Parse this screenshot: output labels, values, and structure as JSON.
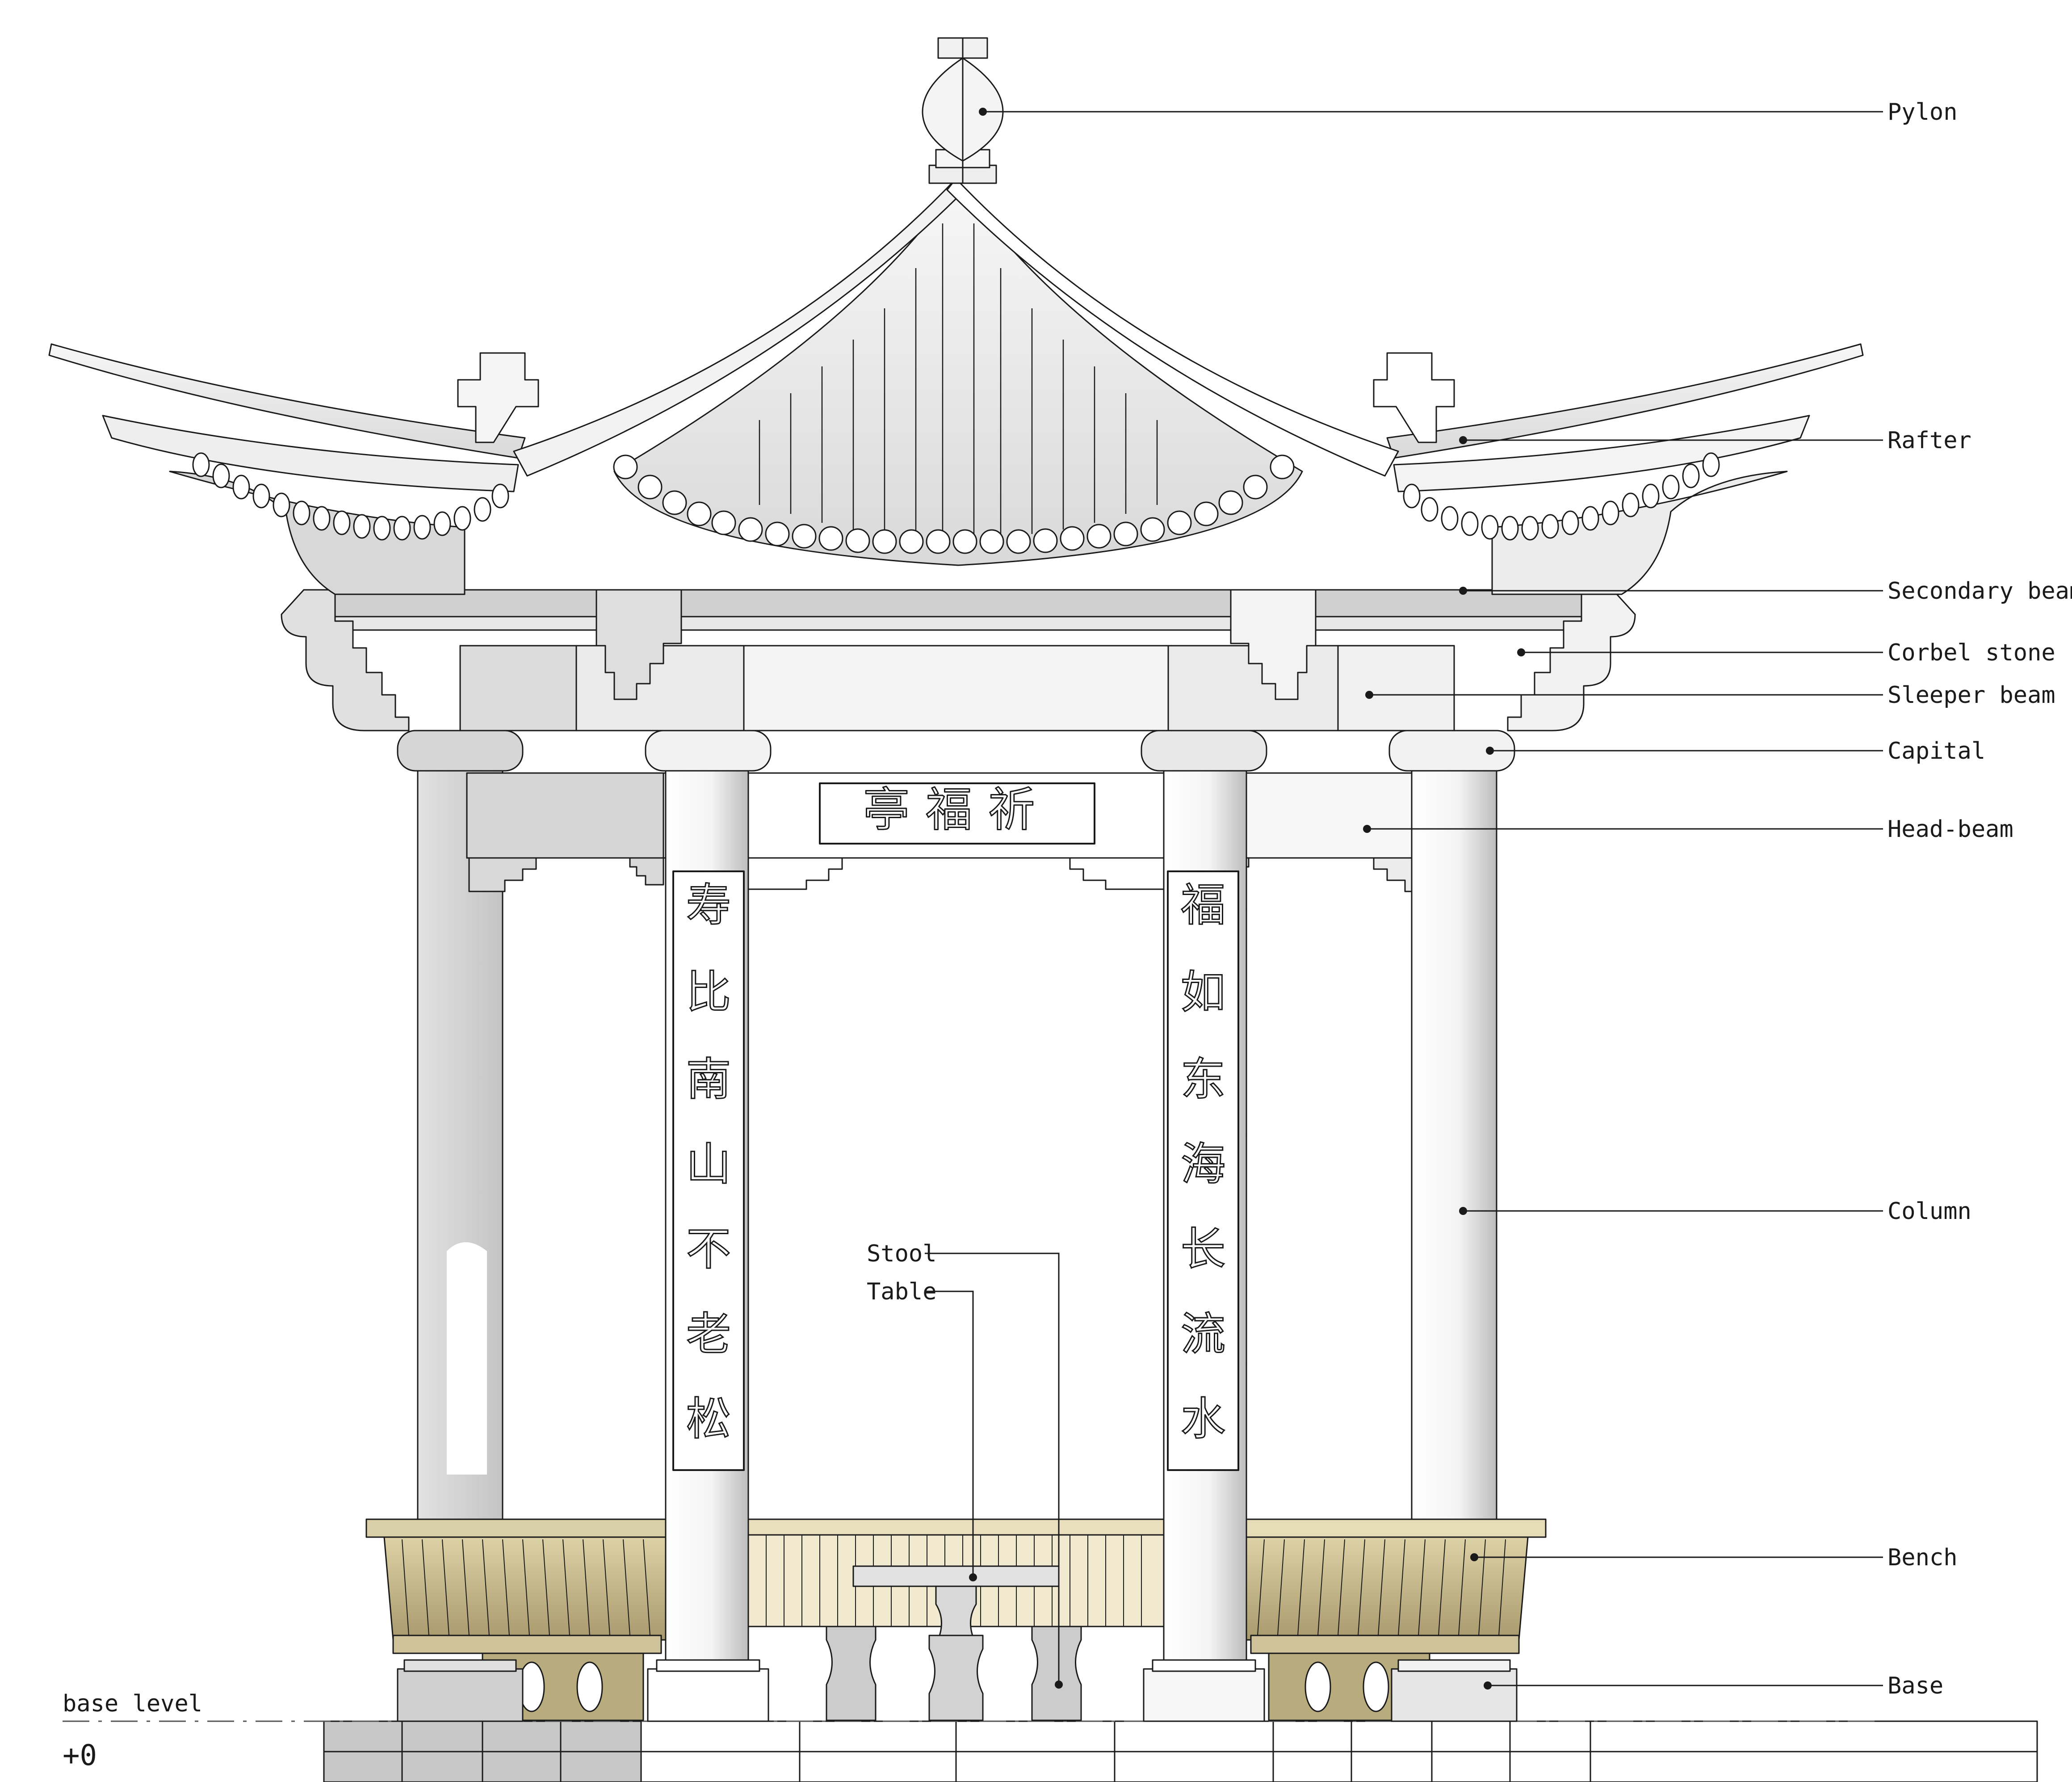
{
  "labels": {
    "pylon": "Pylon",
    "rafter": "Rafter",
    "secondary_beam": "Secondary beam",
    "corbel_stone": "Corbel stone",
    "sleeper_beam": "Sleeper beam",
    "capital": "Capital",
    "head_beam": "Head-beam",
    "column": "Column",
    "bench": "Bench",
    "base": "Base",
    "stool": "Stool",
    "table": "Table"
  },
  "level": {
    "name": "base level",
    "value": "+0"
  },
  "plaque": {
    "text": "亭福祈"
  },
  "couplet_left": [
    "寿",
    "比",
    "南",
    "山",
    "不",
    "老",
    "松"
  ],
  "couplet_right": [
    "福",
    "如",
    "东",
    "海",
    "长",
    "流",
    "水"
  ],
  "colors": {
    "line": "#1a1a1a",
    "shade": "#d4d4d4",
    "dark_shade": "#a8a8a8",
    "bench_wood": "#c9bb8c",
    "bench_light": "#e8dfc0"
  }
}
